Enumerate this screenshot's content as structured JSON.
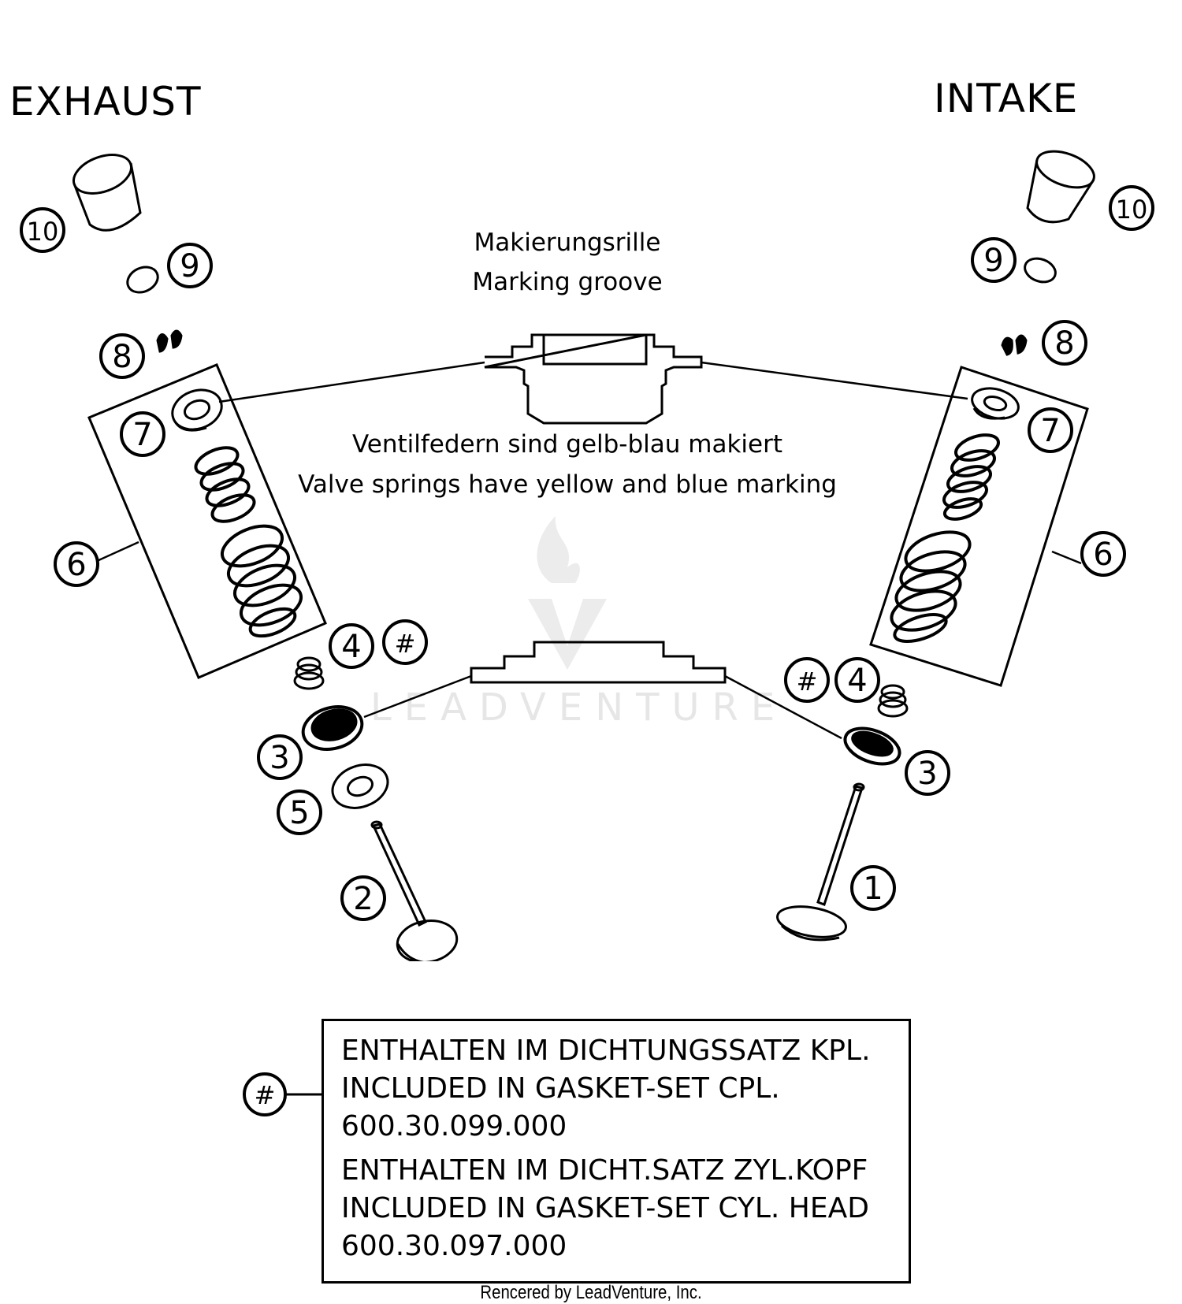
{
  "titles": {
    "exhaust": "EXHAUST",
    "intake": "INTAKE"
  },
  "captions": {
    "groove_de": "Makierungsrille",
    "groove_en": "Marking groove",
    "springs_de": "Ventilfedern sind gelb-blau makiert",
    "springs_en": "Valve springs have yellow and blue marking"
  },
  "callouts": {
    "c1": "1",
    "c2": "2",
    "c3": "3",
    "c4": "4",
    "c5": "5",
    "c6": "6",
    "c7": "7",
    "c8": "8",
    "c9": "9",
    "c10": "10",
    "hash": "#"
  },
  "note": {
    "line1": "ENTHALTEN IM DICHTUNGSSATZ KPL.",
    "line2": "INCLUDED IN GASKET-SET CPL.",
    "line3": "600.30.099.000",
    "line4": "ENTHALTEN IM DICHT.SATZ ZYL.KOPF",
    "line5": "INCLUDED IN GASKET-SET CYL. HEAD",
    "line6": "600.30.097.000"
  },
  "watermark": "LEADVENTURE",
  "footer": "Rencered by LeadVenture, Inc."
}
